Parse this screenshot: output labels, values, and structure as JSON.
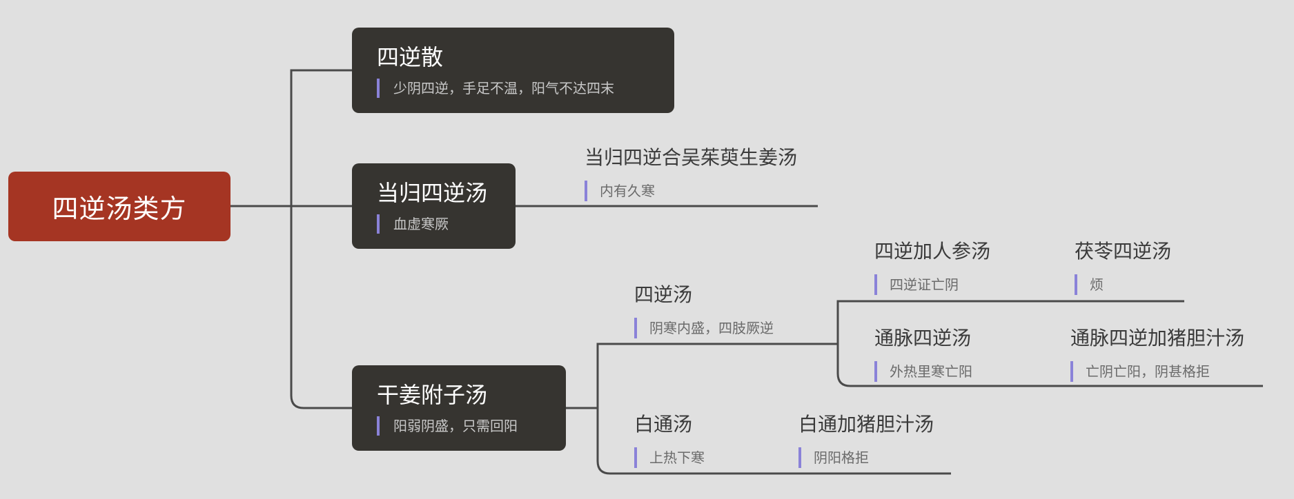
{
  "root": {
    "title": "四逆汤类方"
  },
  "branches": {
    "sini_san": {
      "title": "四逆散",
      "desc": "少阴四逆，手足不温，阳气不达四末"
    },
    "danggui": {
      "title": "当归四逆汤",
      "desc": "血虚寒厥"
    },
    "danggui_wuzhuyu": {
      "title": "当归四逆合吴茱萸生姜汤",
      "desc": "内有久寒"
    },
    "ganjiang_fuzi": {
      "title": "干姜附子汤",
      "desc": "阳弱阴盛，只需回阳"
    },
    "sini_tang": {
      "title": "四逆汤",
      "desc": "阴寒内盛，四肢厥逆"
    },
    "sini_renshen": {
      "title": "四逆加人参汤",
      "desc": "四逆证亡阴"
    },
    "fuling_sini": {
      "title": "茯苓四逆汤",
      "desc": "烦"
    },
    "tongmai_sini": {
      "title": "通脉四逆汤",
      "desc": "外热里寒亡阳"
    },
    "tongmai_zhudan": {
      "title": "通脉四逆加猪胆汁汤",
      "desc": "亡阴亡阳，阴甚格拒"
    },
    "baitong": {
      "title": "白通汤",
      "desc": "上热下寒"
    },
    "baitong_zhudan": {
      "title": "白通加猪胆汁汤",
      "desc": "阴阳格拒"
    }
  },
  "colors": {
    "root": "#a53523",
    "dark_box": "#363430",
    "accent_bar": "#8a82d8",
    "connector": "#4a4a4a",
    "background": "#e0e0e0"
  }
}
